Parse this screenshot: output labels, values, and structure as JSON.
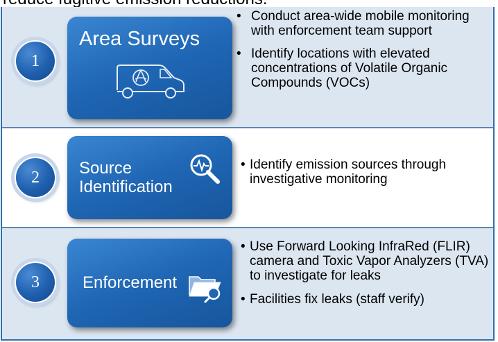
{
  "header": {
    "cut_text": "reduce fugitive emission reductions."
  },
  "steps": [
    {
      "number": "1",
      "title": "Area Surveys",
      "icon": "van-icon",
      "bullets": [
        "Conduct area-wide mobile monitoring with enforcement team support",
        "Identify locations with elevated concentrations of Volatile Organic Compounds (VOCs)"
      ]
    },
    {
      "number": "2",
      "title_line1": "Source",
      "title_line2": "Identification",
      "icon": "magnifier-pulse-icon",
      "bullets": [
        "Identify emission sources through investigative monitoring"
      ]
    },
    {
      "number": "3",
      "title": "Enforcement",
      "icon": "folder-search-icon",
      "bullets": [
        "Use Forward Looking InfraRed (FLIR) camera and Toxic Vapor Analyzers (TVA) to investigate for leaks",
        "Facilities fix leaks (staff verify)"
      ]
    }
  ],
  "bullet_glyph": "•",
  "colors": {
    "panel_blue": "#dce6f1",
    "card_blue": "#1f66b4",
    "frame_blue": "#2f6fad"
  }
}
